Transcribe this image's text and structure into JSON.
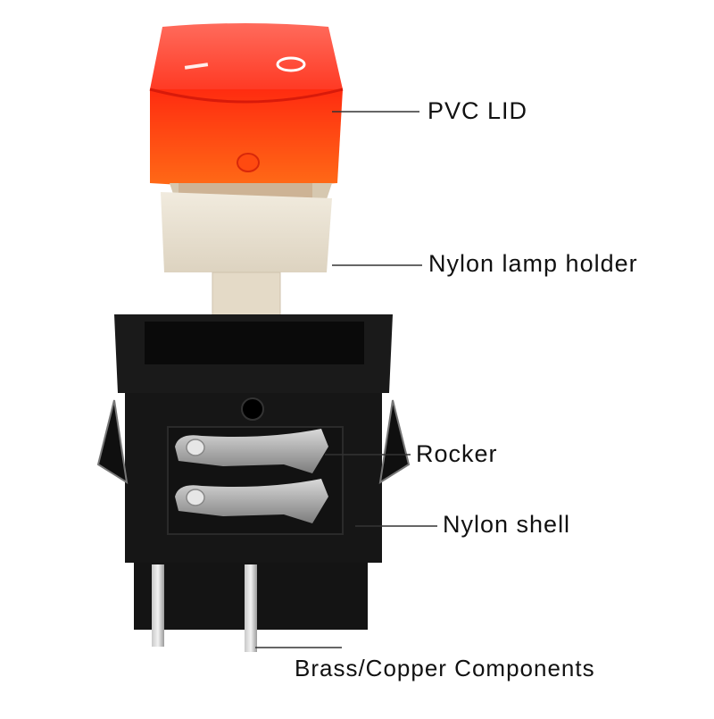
{
  "labels": {
    "pvc_lid": "PVC LID",
    "nylon_lamp_holder": "Nylon lamp holder",
    "rocker": "Rocker",
    "nylon_shell": "Nylon shell",
    "brass_copper": "Brass/Copper Components"
  },
  "lid_marks": {
    "off": "|",
    "on": "O"
  },
  "colors": {
    "lid_red": "#ff3b2a",
    "lid_orange": "#ff5a12",
    "holder_beige": "#e9e0cf",
    "shell_black": "#151515",
    "terminal_metal": "#9a9a9a",
    "leader_line": "#333333",
    "text": "#111111"
  }
}
